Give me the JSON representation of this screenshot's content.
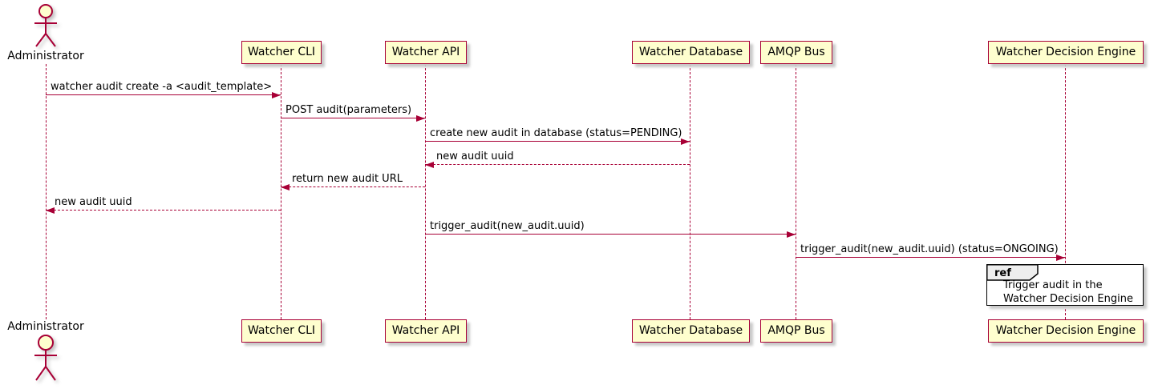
{
  "diagram": {
    "type": "sequence-diagram",
    "actor": {
      "name": "Administrator"
    },
    "participants": [
      {
        "name": "Watcher CLI"
      },
      {
        "name": "Watcher API"
      },
      {
        "name": "Watcher Database"
      },
      {
        "name": "AMQP Bus"
      },
      {
        "name": "Watcher Decision Engine"
      }
    ],
    "messages": [
      {
        "from": "Administrator",
        "to": "Watcher CLI",
        "label": "watcher audit create -a <audit_template>",
        "style": "solid"
      },
      {
        "from": "Watcher CLI",
        "to": "Watcher API",
        "label": "POST audit(parameters)",
        "style": "solid"
      },
      {
        "from": "Watcher API",
        "to": "Watcher Database",
        "label": "create new audit in database (status=PENDING)",
        "style": "solid"
      },
      {
        "from": "Watcher Database",
        "to": "Watcher API",
        "label": "new audit uuid",
        "style": "dashed"
      },
      {
        "from": "Watcher API",
        "to": "Watcher CLI",
        "label": "return new audit URL",
        "style": "dashed"
      },
      {
        "from": "Watcher CLI",
        "to": "Administrator",
        "label": "new audit uuid",
        "style": "dashed"
      },
      {
        "from": "Watcher API",
        "to": "AMQP Bus",
        "label": "trigger_audit(new_audit.uuid)",
        "style": "solid"
      },
      {
        "from": "AMQP Bus",
        "to": "Watcher Decision Engine",
        "label": "trigger_audit(new_audit.uuid) (status=ONGOING)",
        "style": "solid"
      }
    ],
    "ref": {
      "keyword": "ref",
      "lines": [
        "Trigger audit in the",
        "Watcher Decision Engine"
      ]
    },
    "colors": {
      "participant_fill": "#FEFECE",
      "participant_border": "#A80036",
      "line": "#A80036",
      "text": "#000000",
      "ref_header_fill": "#EEEEEE",
      "ref_border": "#000000"
    }
  }
}
